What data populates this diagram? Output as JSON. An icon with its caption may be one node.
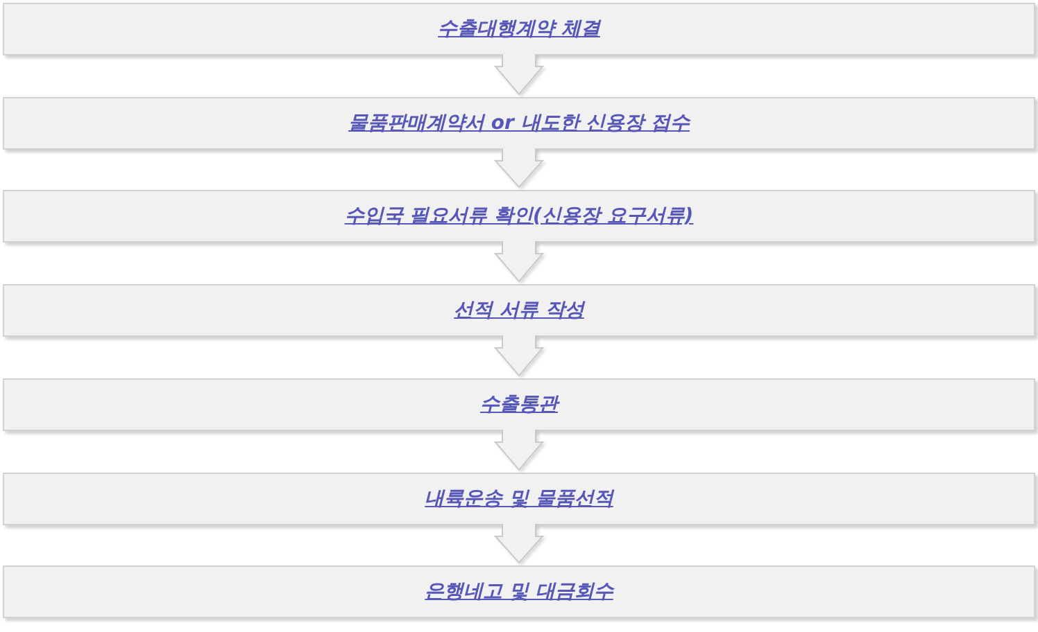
{
  "diagram": {
    "nodes": [
      {
        "text": [
          "수출대행계약 체결"
        ]
      },
      {
        "text": [
          "물품판매계약서 or 내도한 신용장 접수"
        ]
      },
      {
        "text": [
          "수입국 필요서류 확인(신용장 요구서류)"
        ]
      },
      {
        "text": [
          "선적 서류 작성"
        ]
      },
      {
        "text": [
          "수출통관"
        ]
      },
      {
        "text": [
          "내륙운송 및 물품선적"
        ]
      },
      {
        "text": [
          "은행네고 및 대금회수"
        ]
      }
    ],
    "edges": [
      {
        "from": 0,
        "to": 1,
        "arrow": "to"
      },
      {
        "from": 1,
        "to": 2,
        "arrow": "to"
      },
      {
        "from": 2,
        "to": 3,
        "arrow": "to"
      },
      {
        "from": 3,
        "to": 4,
        "arrow": "to"
      },
      {
        "from": 4,
        "to": 5,
        "arrow": "to"
      },
      {
        "from": 5,
        "to": 6,
        "arrow": "to"
      }
    ]
  }
}
